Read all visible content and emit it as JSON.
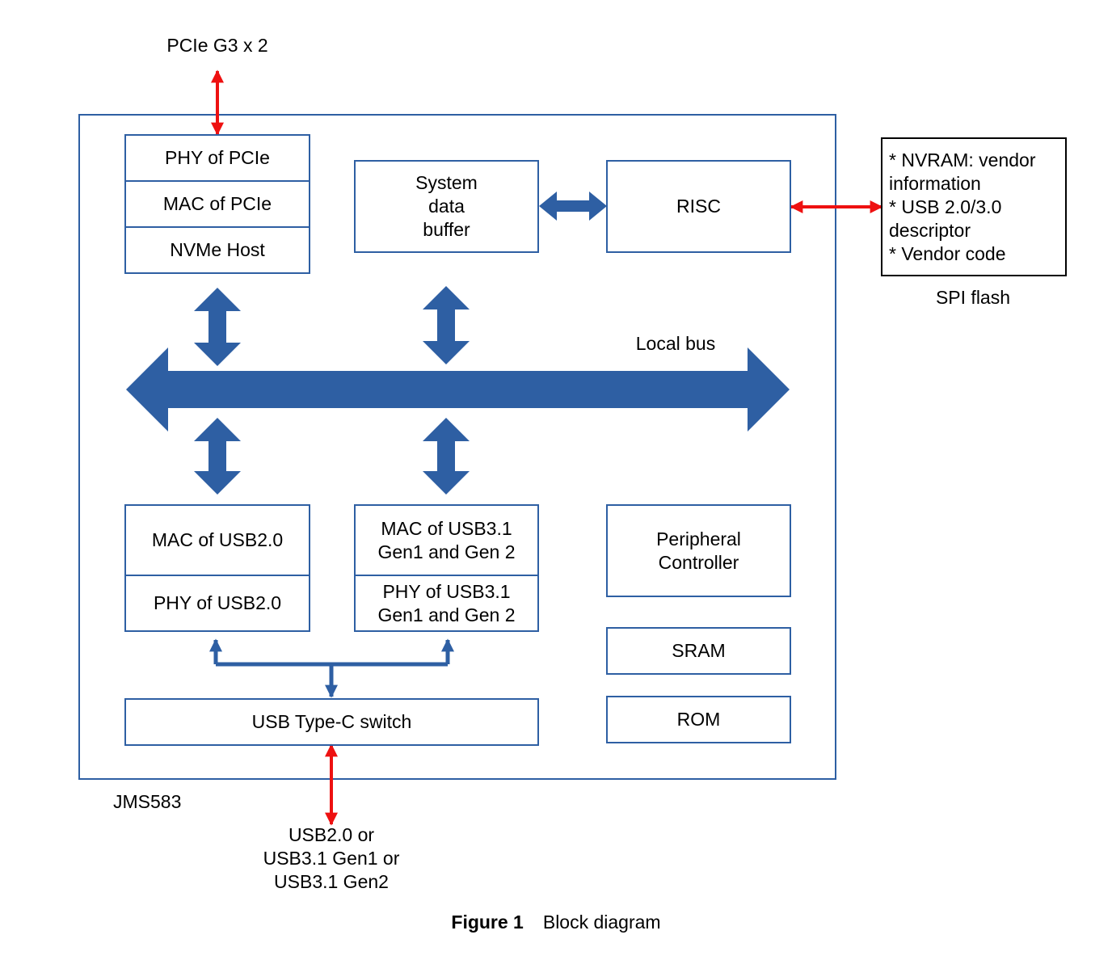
{
  "external": {
    "pcie_label": "PCIe G3 x 2",
    "usb_label": "USB2.0 or\nUSB3.1 Gen1 or\nUSB3.1 Gen2",
    "spi_content": "* NVRAM: vendor\ninformation\n* USB 2.0/3.0\ndescriptor\n* Vendor code",
    "spi_label": "SPI flash"
  },
  "chip": {
    "name": "JMS583",
    "pcie_stack": [
      "PHY of PCIe",
      "MAC of PCIe",
      "NVMe Host"
    ],
    "system_buffer": "System\ndata\nbuffer",
    "risc": "RISC",
    "bus_label": "Local bus",
    "usb2_stack": [
      "MAC of USB2.0",
      "PHY of USB2.0"
    ],
    "usb3_stack": [
      "MAC of USB3.1\nGen1 and Gen 2",
      "PHY of USB3.1\nGen1 and Gen 2"
    ],
    "peripheral": "Peripheral\nController",
    "sram": "SRAM",
    "rom": "ROM",
    "typec": "USB Type-C switch"
  },
  "caption": {
    "number": "Figure 1",
    "text": "Block diagram"
  },
  "colors": {
    "block_blue": "#2e5fa3",
    "external_red": "#ee1111"
  }
}
